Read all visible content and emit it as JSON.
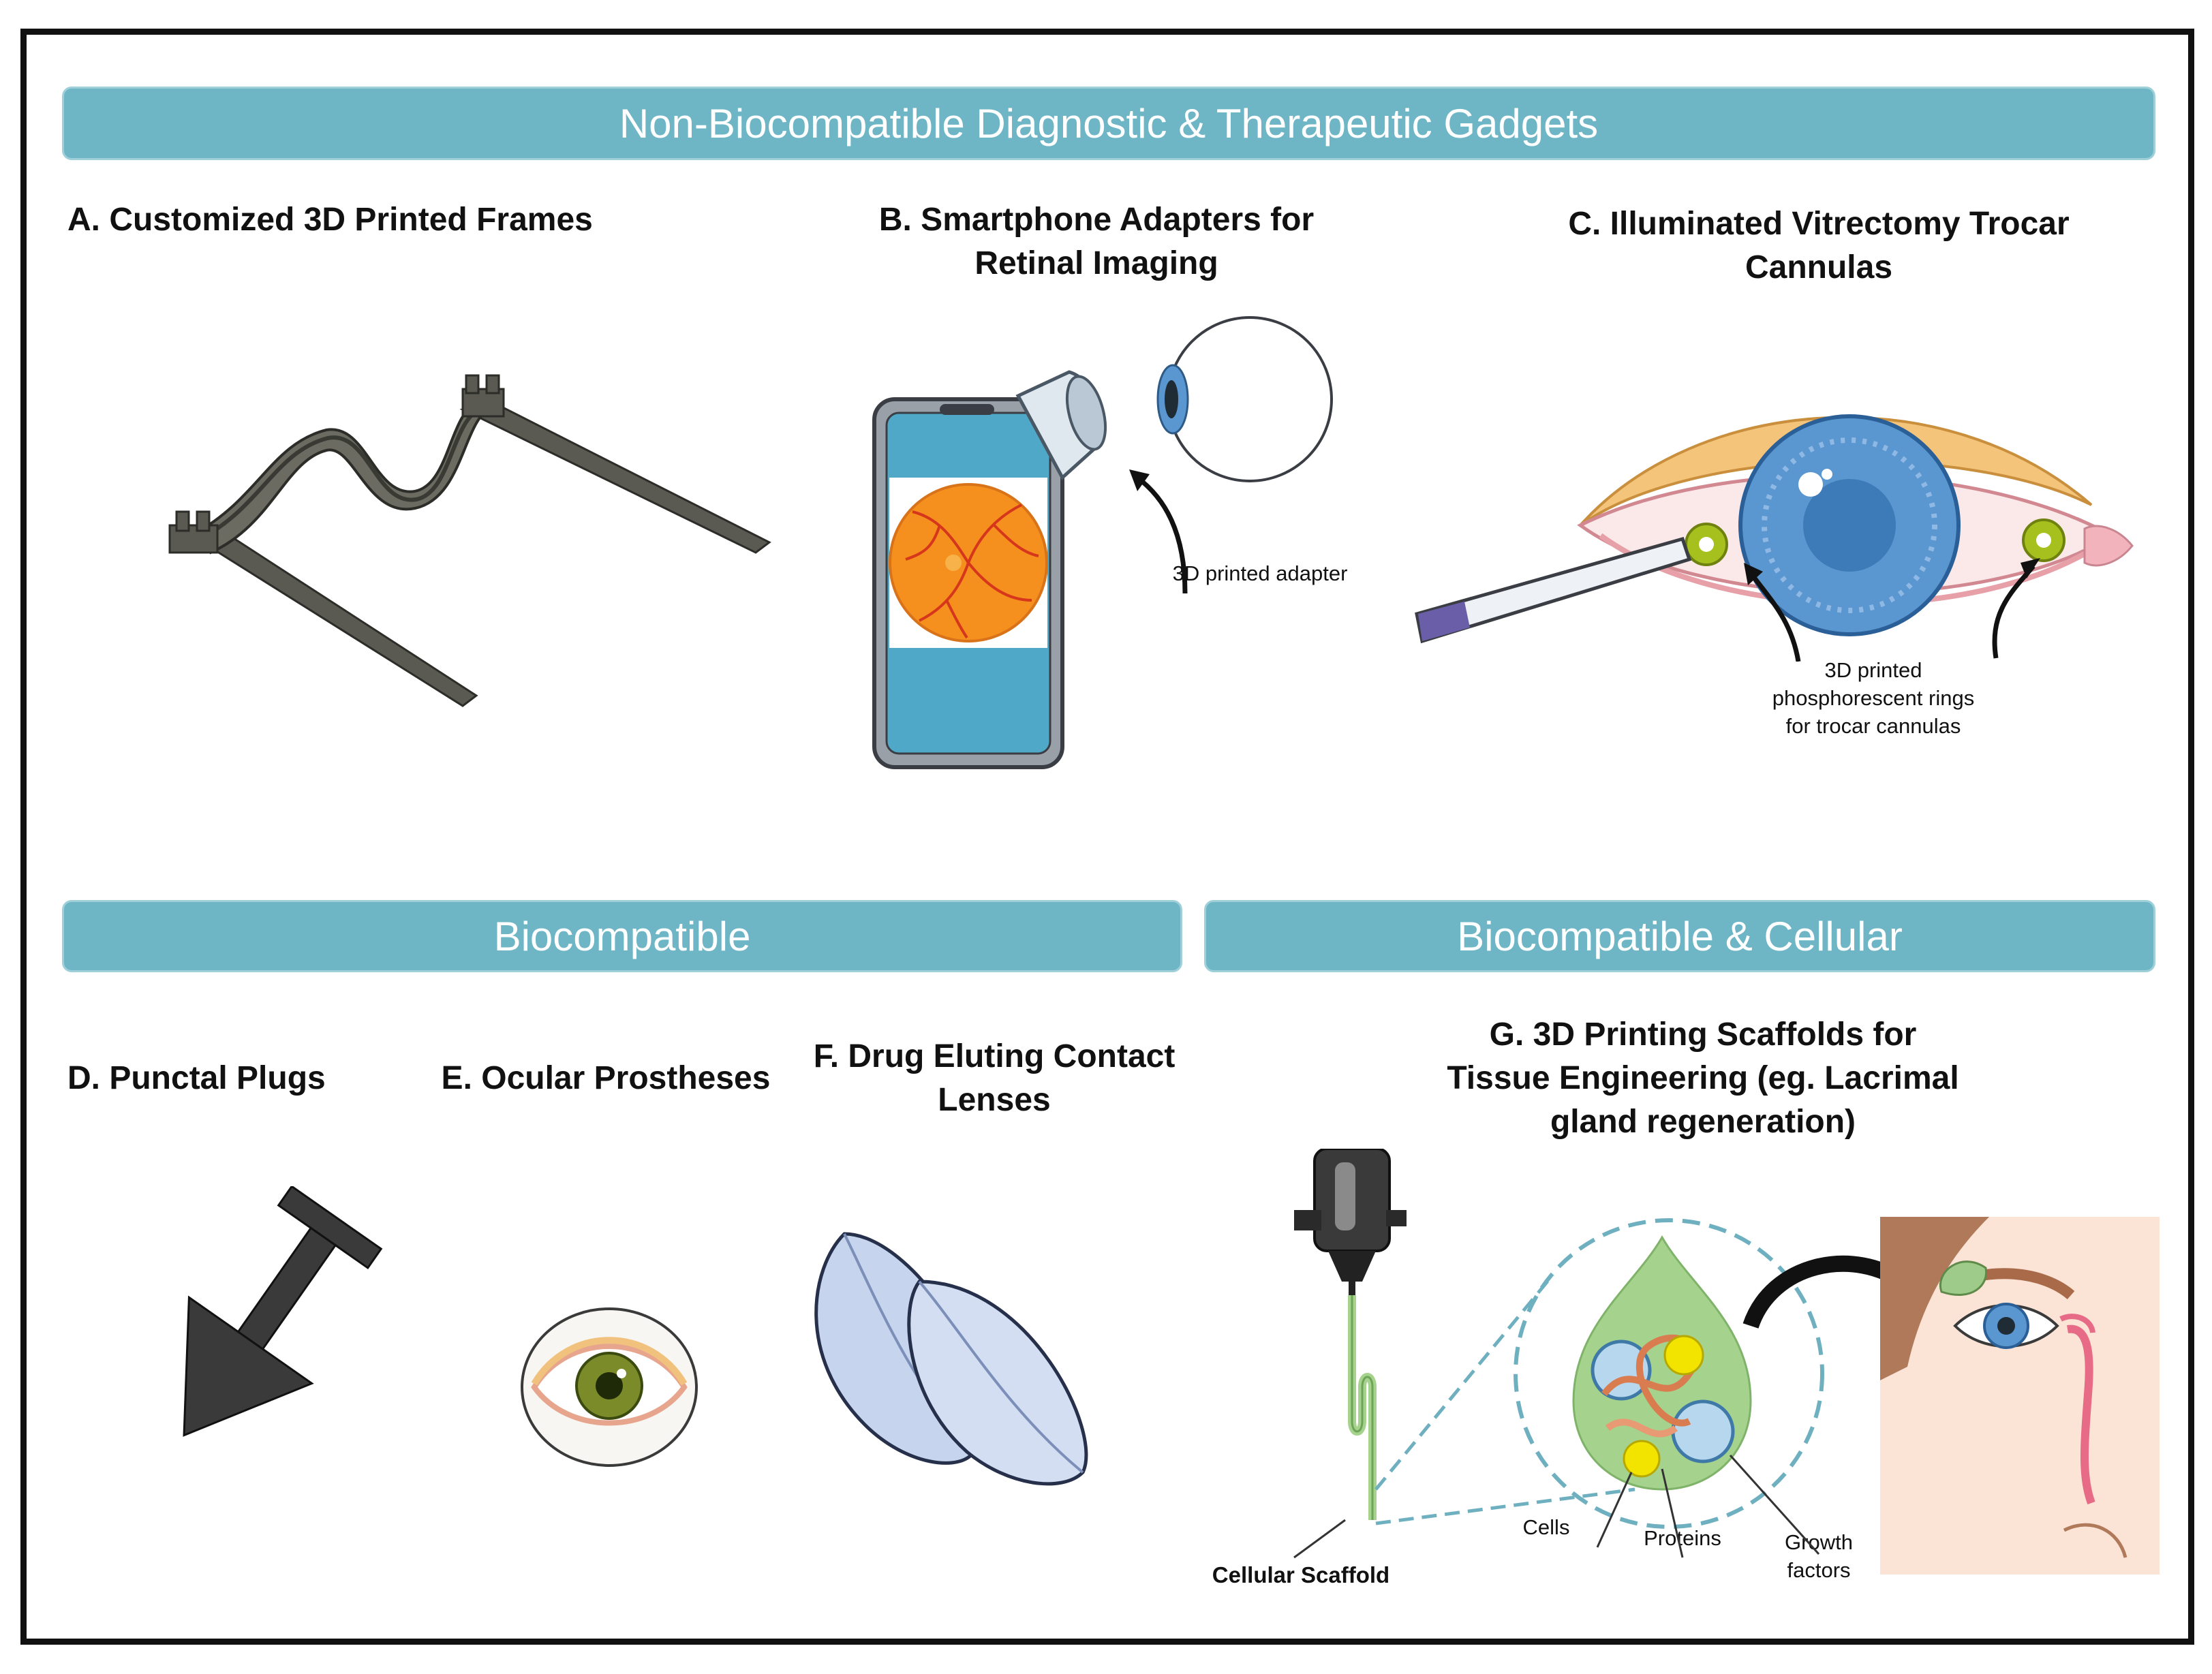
{
  "banners": {
    "non_biocompatible": "Non-Biocompatible Diagnostic & Therapeutic Gadgets",
    "biocompatible": "Biocompatible",
    "biocompatible_cellular": "Biocompatible & Cellular"
  },
  "panels": {
    "a": {
      "title": "A. Customized 3D Printed Frames"
    },
    "b": {
      "title_line1": "B. Smartphone Adapters for",
      "title_line2": "Retinal Imaging",
      "label": "3D printed adapter"
    },
    "c": {
      "title_line1": "C. Illuminated Vitrectomy Trocar",
      "title_line2": "Cannulas",
      "label_line1": "3D printed",
      "label_line2": "phosphorescent rings",
      "label_line3": "for trocar cannulas"
    },
    "d": {
      "title": "D. Punctal Plugs"
    },
    "e": {
      "title": "E. Ocular Prostheses"
    },
    "f": {
      "title_line1": "F. Drug Eluting Contact",
      "title_line2": "Lenses"
    },
    "g": {
      "title_line1": "G. 3D Printing Scaffolds for",
      "title_line2": "Tissue Engineering (eg. Lacrimal",
      "title_line3": "gland regeneration)",
      "scaffold_label": "Cellular Scaffold",
      "cells_label": "Cells",
      "proteins_label": "Proteins",
      "growth_line1": "Growth",
      "growth_line2": "factors"
    }
  },
  "colors": {
    "banner": "#6eb6c6",
    "retina": "#f5901e",
    "phone_screen": "#4fa8c8",
    "iris_blue": "#5a97d0",
    "ring_green": "#a6c11e",
    "scaffold_green": "#a5d28c"
  }
}
